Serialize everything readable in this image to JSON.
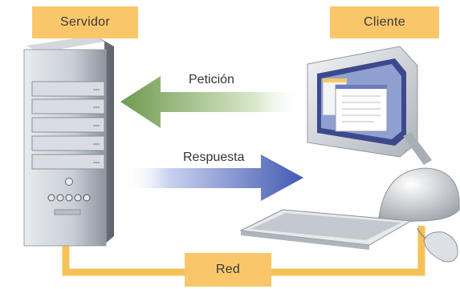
{
  "labels": {
    "server": "Servidor",
    "client": "Cliente",
    "network": "Red"
  },
  "arrows": {
    "request": "Petición",
    "response": "Respuesta"
  },
  "colors": {
    "label_bg": "#f9c76a",
    "network_line": "#f7c15a",
    "request_arrow": "#7ba35a",
    "response_arrow": "#4a62b8"
  }
}
